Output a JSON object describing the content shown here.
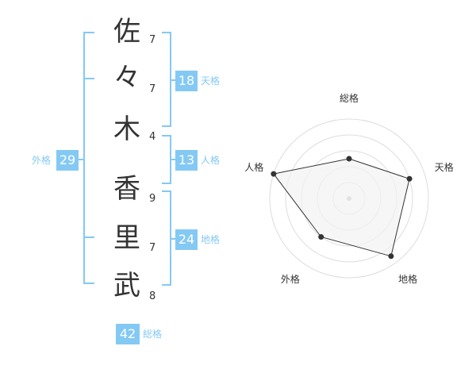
{
  "name_chars": [
    {
      "char": "佐",
      "strokes": "7"
    },
    {
      "char": "々",
      "strokes": "7"
    },
    {
      "char": "木",
      "strokes": "4"
    },
    {
      "char": "香",
      "strokes": "9"
    },
    {
      "char": "里",
      "strokes": "7"
    },
    {
      "char": "武",
      "strokes": "8"
    }
  ],
  "kaku": {
    "tenkaku": {
      "value": "18",
      "label": "天格"
    },
    "jinkaku": {
      "value": "13",
      "label": "人格"
    },
    "chikaku": {
      "value": "24",
      "label": "地格"
    },
    "gaikaku": {
      "value": "29",
      "label": "外格"
    },
    "soukaku": {
      "value": "42",
      "label": "総格"
    }
  },
  "colors": {
    "accent": "#84c9f4",
    "text": "#333333",
    "radar_fill": "#f2f2f2",
    "ring": "#dddddd"
  },
  "chart_data": {
    "type": "radar",
    "axes": [
      "総格",
      "天格",
      "地格",
      "外格",
      "人格"
    ],
    "values": [
      0.5,
      0.8,
      0.9,
      0.6,
      1.0
    ],
    "rings": 5
  }
}
